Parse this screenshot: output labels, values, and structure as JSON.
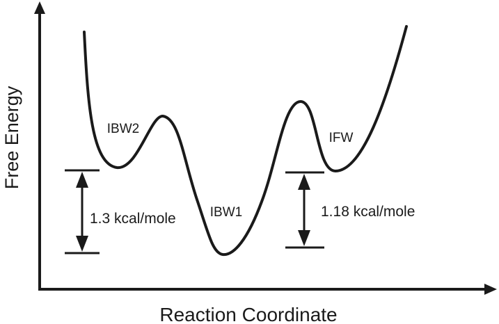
{
  "axes": {
    "x_label": "Reaction Coordinate",
    "y_label": "Free Energy"
  },
  "states": {
    "ibw2": "IBW2",
    "ibw1": "IBW1",
    "ifw": "IFW"
  },
  "energy_gaps": {
    "left": "1.3 kcal/mole",
    "right": "1.18 kcal/mole"
  },
  "colors": {
    "stroke": "#1a1a1a",
    "background": "#ffffff"
  }
}
